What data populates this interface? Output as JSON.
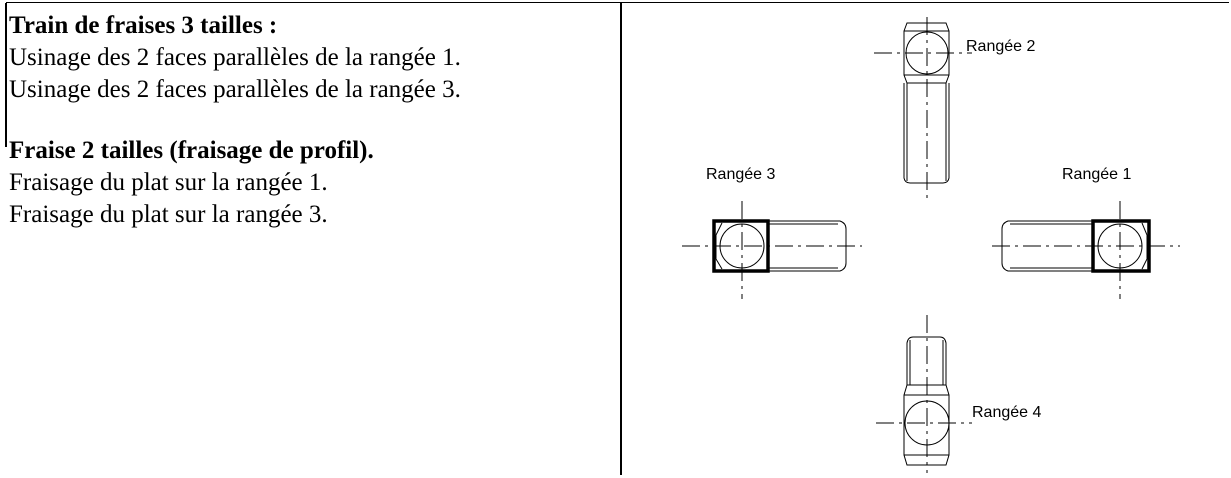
{
  "left": {
    "heading1": "Train de fraises 3 tailles :",
    "line1": "Usinage des 2 faces parallèles de la rangée 1.",
    "line2": "Usinage des 2 faces parallèles de la rangée 3.",
    "heading2": "Fraise 2 tailles (fraisage de profil).",
    "line3": "Fraisage du plat sur la rangée 1.",
    "line4": "Fraisage du plat sur la rangée 3."
  },
  "diagram": {
    "label_r1": "Rangée 1",
    "label_r2": "Rangée 2",
    "label_r3": "Rangée 3",
    "label_r4": "Rangée 4"
  }
}
